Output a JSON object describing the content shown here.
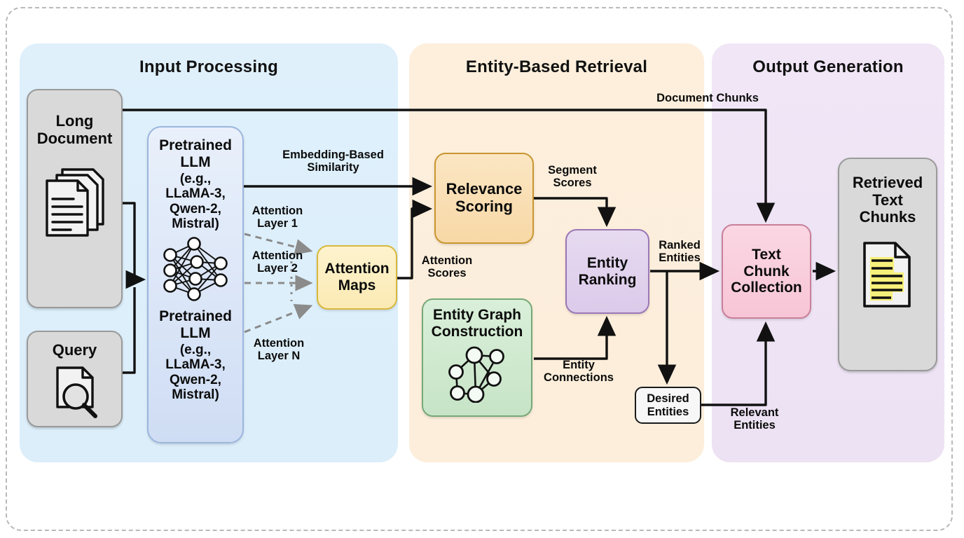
{
  "figure": {
    "panels": [
      {
        "key": "input",
        "title": "Input Processing",
        "color": "#ddeefb"
      },
      {
        "key": "retrieval",
        "title": "Entity-Based Retrieval",
        "color": "#fceeda"
      },
      {
        "key": "output",
        "title": "Output Generation",
        "color": "#eee3f3"
      }
    ]
  },
  "nodes": {
    "long_document": {
      "title": "Long\nDocument",
      "icon": "documents-stack-icon",
      "fill": "#d9d9d9"
    },
    "query": {
      "title": "Query",
      "icon": "document-search-icon",
      "fill": "#d9d9d9"
    },
    "pretrained_llm_top": {
      "title": "Pretrained\nLLM",
      "subtitle": "(e.g.,\nLLaMA-3,\nQwen-2,\nMistral)",
      "fill": "#dbe6f7"
    },
    "pretrained_llm_bottom": {
      "title": "Pretrained\nLLM",
      "subtitle": "(e.g.,\nLLaMA-3,\nQwen-2,\nMistral)",
      "icon": "neural-network-icon"
    },
    "attention_maps": {
      "title": "Attention\nMaps",
      "fill": "#fdf0c2",
      "stroke": "#d8b83c"
    },
    "relevance_scoring": {
      "title": "Relevance\nScoring",
      "fill": "#fadfb4",
      "stroke": "#c9962f"
    },
    "entity_graph_construction": {
      "title": "Entity Graph\nConstruction",
      "icon": "graph-nodes-icon",
      "fill": "#cfe8cf",
      "stroke": "#77a877"
    },
    "entity_ranking": {
      "title": "Entity\nRanking",
      "fill": "#e0d2ec",
      "stroke": "#9a77b5"
    },
    "desired_entities": {
      "title": "Desired\nEntities",
      "fill": "#f6f6f6",
      "stroke": "#1b1b1b"
    },
    "text_chunk_collection": {
      "title": "Text\nChunk\nCollection",
      "fill": "#f9cedd",
      "stroke": "#c97f99"
    },
    "retrieved_text_chunks": {
      "title": "Retrieved\nText\nChunks",
      "icon": "highlighted-document-icon",
      "fill": "#d9d9d9"
    }
  },
  "edges": {
    "document_chunks": "Document Chunks",
    "embedding_based_similarity": "Embedding-Based\nSimilarity",
    "attention_layer_1": "Attention\nLayer 1",
    "attention_layer_2": "Attention\nLayer 2",
    "attention_layer_n": "Attention\nLayer N",
    "attention_scores": "Attention\nScores",
    "segment_scores": "Segment\nScores",
    "entity_connections": "Entity\nConnections",
    "ranked_entities": "Ranked\nEntities",
    "relevant_entities": "Relevant\nEntities"
  }
}
